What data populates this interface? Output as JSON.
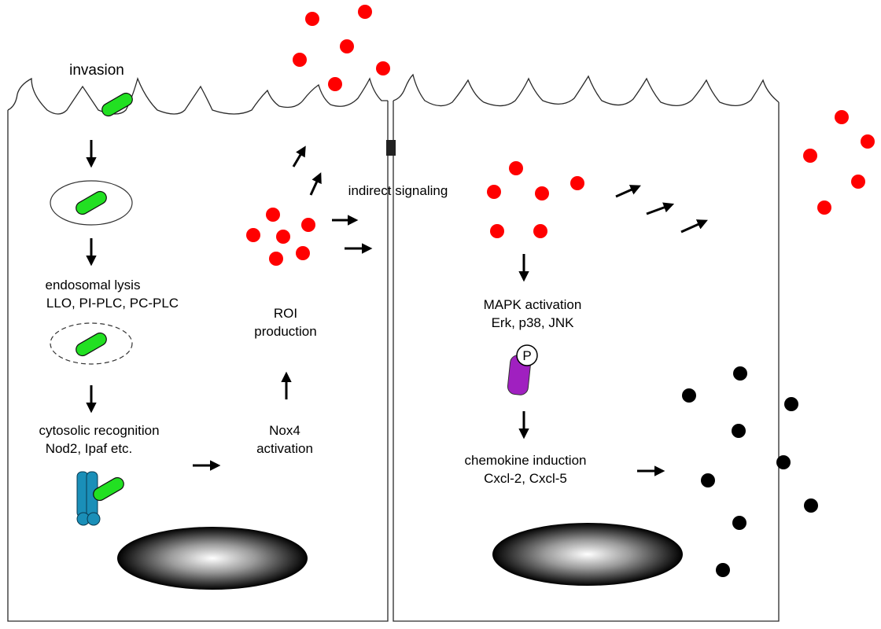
{
  "labels": {
    "invasion": "invasion",
    "endosomal_lysis": "endosomal lysis",
    "endosomal_lysis_factors": "LLO, PI-PLC, PC-PLC",
    "cytosolic_recognition": "cytosolic recognition",
    "cytosolic_recognition_factors": "Nod2, Ipaf etc.",
    "roi_line1": "ROI",
    "roi_line2": "production",
    "nox4_line1": "Nox4",
    "nox4_line2": "activation",
    "indirect_signaling": "indirect signaling",
    "mapk_activation": "MAPK activation",
    "mapk_factors": "Erk, p38, JNK",
    "phospho_label": "P",
    "chemokine_induction": "chemokine induction",
    "chemokine_factors": "Cxcl-2, Cxcl-5"
  },
  "colors": {
    "bacterium": "#22e022",
    "roi_particle": "#ff0000",
    "chemokine_particle": "#000000",
    "receptor": "#1a8fb8",
    "mapk_protein": "#a020c0"
  },
  "icons": {
    "bacterium": "rod-bacterium-icon",
    "receptor": "nod-receptor-icon",
    "mapk": "phosphorylated-kinase-icon",
    "nucleus": "nucleus-icon",
    "junction": "tight-junction-icon"
  }
}
